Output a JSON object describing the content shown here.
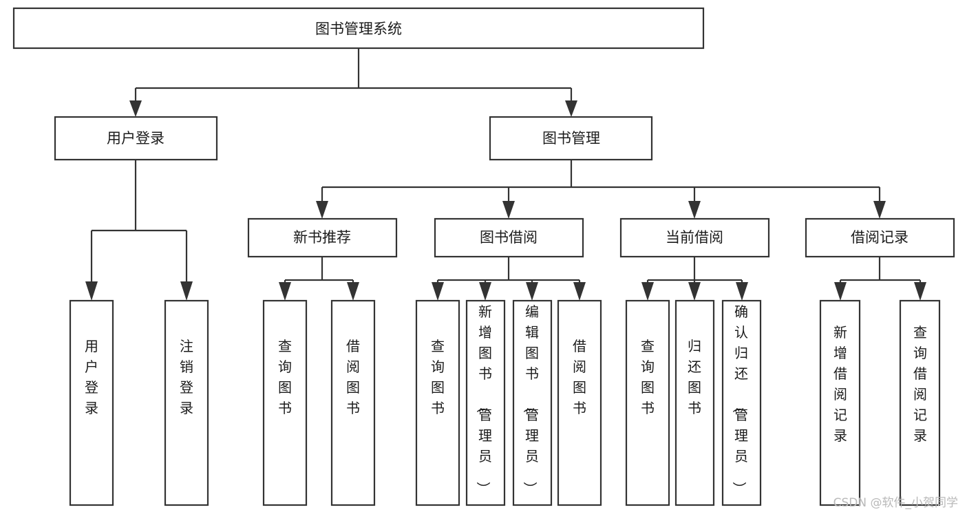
{
  "diagram": {
    "title": "图书管理系统",
    "type": "hierarchy-tree",
    "root": {
      "label": "图书管理系统",
      "level": 0
    },
    "level1": [
      {
        "label": "用户登录"
      },
      {
        "label": "图书管理"
      }
    ],
    "level2": [
      {
        "label": "新书推荐"
      },
      {
        "label": "图书借阅"
      },
      {
        "label": "当前借阅"
      },
      {
        "label": "借阅记录"
      }
    ],
    "leaves": {
      "user_login": [
        {
          "label": "用户登录"
        },
        {
          "label": "注销登录"
        }
      ],
      "new_book_recommend": [
        {
          "label": "查询图书"
        },
        {
          "label": "借阅图书"
        }
      ],
      "book_borrow": [
        {
          "label": "查询图书"
        },
        {
          "label": "新增图书（管理员）"
        },
        {
          "label": "编辑图书（管理员）"
        },
        {
          "label": "借阅图书"
        }
      ],
      "current_borrow": [
        {
          "label": "查询图书"
        },
        {
          "label": "归还图书"
        },
        {
          "label": "确认归还（管理员）"
        }
      ],
      "borrow_record": [
        {
          "label": "新增借阅记录"
        },
        {
          "label": "查询借阅记录"
        }
      ]
    }
  },
  "watermark": {
    "text": "CSDN @软件_小贺同学"
  },
  "colors": {
    "stroke": "#333333",
    "box_fill": "#ffffff",
    "text": "#1b1b1b",
    "watermark": "#b9b9b9",
    "background": "#ffffff"
  }
}
